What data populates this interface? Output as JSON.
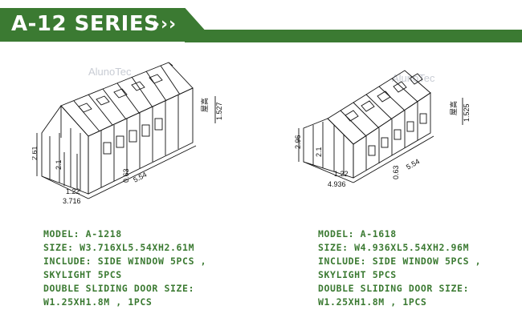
{
  "header": {
    "title": "A-12 SERIES",
    "chevrons": "»"
  },
  "watermark": "AlunoTec",
  "cn_label": "屋高",
  "models": [
    {
      "model": "MODEL:  A-1218",
      "size": "SIZE:  W3.716XL5.54XH2.61M",
      "include": "INCLUDE: SIDE WINDOW 5PCS ,",
      "skylight": "SKYLIGHT 5PCS",
      "door_title": "DOUBLE SLIDING DOOR SIZE:",
      "door_size": "W1.25XH1.8M , 1PCS",
      "dims": {
        "height": "2.61",
        "door_h": "2.1",
        "door_w": "1.22",
        "width": "3.716",
        "length": "5.54",
        "side": "0.63",
        "eave": "1.527"
      }
    },
    {
      "model": "MODEL:  A-1618",
      "size": "SIZE:  W4.936XL5.54XH2.96M",
      "include": "INCLUDE: SIDE WINDOW 5PCS ,",
      "skylight": "SKYLIGHT 5PCS",
      "door_title": "DOUBLE SLIDING DOOR SIZE:",
      "door_size": "W1.25XH1.8M , 1PCS",
      "dims": {
        "height": "2.96",
        "door_h": "2.1",
        "door_w": "1.22",
        "width": "4.936",
        "length": "5.54",
        "side": "0.63",
        "eave": "1.525"
      }
    }
  ],
  "colors": {
    "brand_green": "#3b7a32",
    "line": "#111111",
    "watermark": "#c8ccd4"
  }
}
